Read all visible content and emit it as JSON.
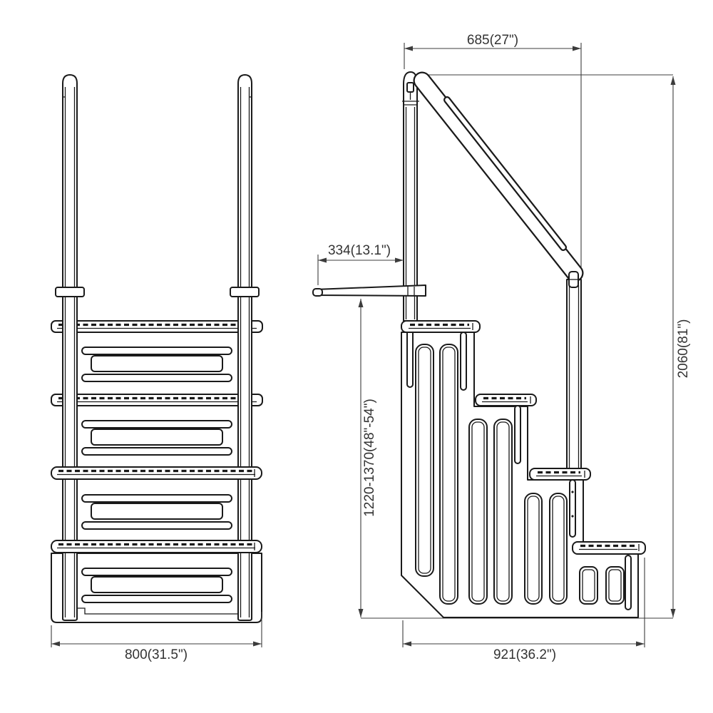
{
  "drawing": {
    "dimensions": {
      "handrail_top_span": "685(27\")",
      "deck_mount_depth": "334(13.1\")",
      "water_depth_range": "1220-1370(48\"-54\")",
      "overall_height": "2060(81\")",
      "front_width": "800(31.5\")",
      "side_depth": "921(36.2\")"
    },
    "colors": {
      "line": "#1a1a1a",
      "dimension": "#3c3c3c",
      "background": "#ffffff"
    }
  }
}
